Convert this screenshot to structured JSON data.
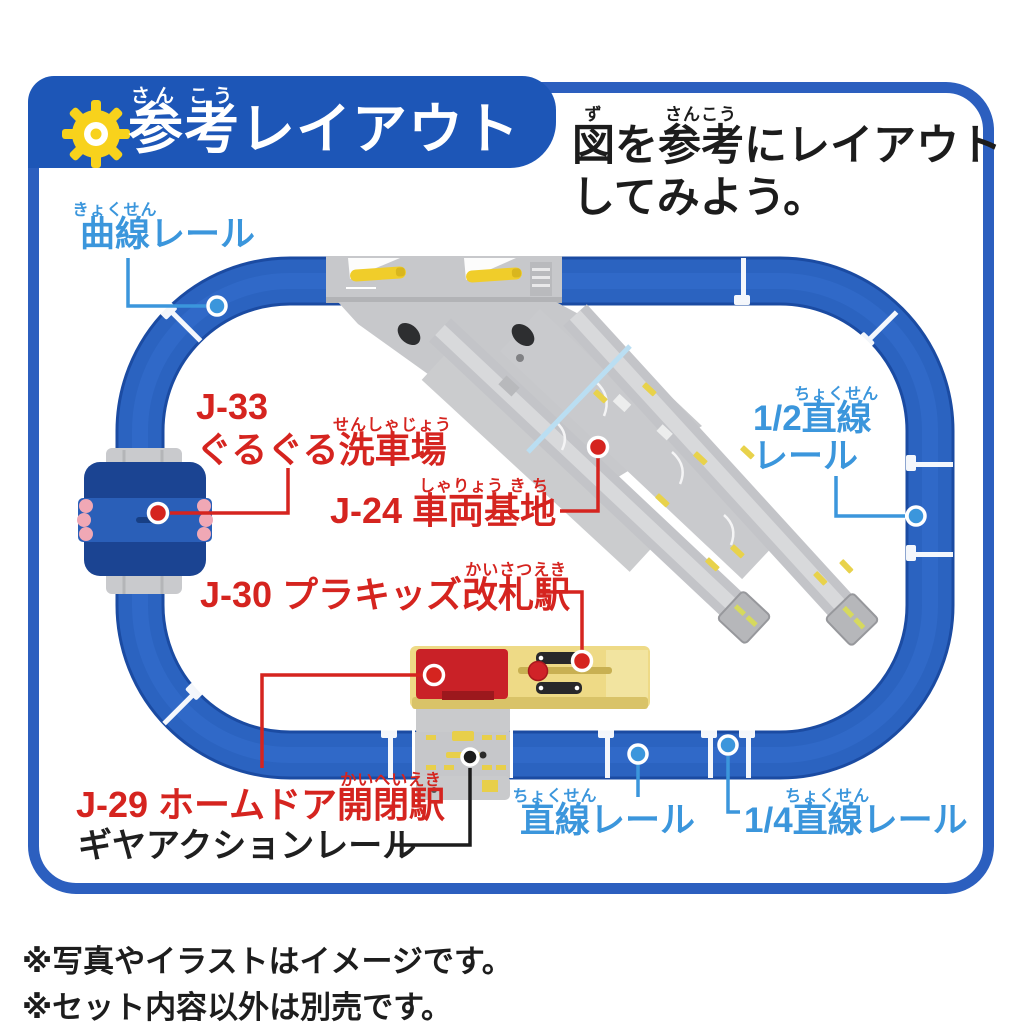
{
  "header": {
    "badge": {
      "furigana": "さん こう",
      "ruby": "参考",
      "post": "レイアウト"
    },
    "instruction": {
      "furigana1": "ず",
      "ruby1": "図",
      "mid1": "を",
      "furigana2": "さんこう",
      "ruby2": "参考",
      "mid2": "にレイアウト",
      "line2": "してみよう。"
    }
  },
  "labels": {
    "curve_rail": {
      "ruby": "曲線",
      "furigana": "きょくせん",
      "post": "レール"
    },
    "half_straight_rail": {
      "pre": "1/2",
      "ruby": "直線",
      "furigana": "ちょくせん",
      "line2": "レール"
    },
    "straight_rail": {
      "ruby": "直線",
      "furigana": "ちょくせん",
      "post": "レール"
    },
    "quarter_straight_rail": {
      "pre": "1/4",
      "ruby": "直線",
      "furigana": "ちょくせん",
      "post": "レール"
    },
    "car_wash": {
      "line1": "J-33",
      "pre": "ぐるぐる",
      "ruby": "洗車場",
      "furigana": "せんしゃじょう"
    },
    "depot": {
      "pre": "J-24 ",
      "ruby": "車両基地",
      "furigana": "しゃりょう き ち"
    },
    "ticket_gate_station": {
      "pre": "J-30 プラキッズ",
      "ruby": "改札駅",
      "furigana": "かいさつえき"
    },
    "home_door_station": {
      "pre": "J-29 ホームドア",
      "ruby": "開閉駅",
      "furigana": "かいへいえき"
    },
    "gear_action_rail": {
      "text": "ギヤアクションレール"
    }
  },
  "footnotes": [
    "※写真やイラストはイメージです。",
    "※セット内容以外は別売です。"
  ],
  "colors": {
    "frame_blue": "#2c5fbf",
    "banner_blue": "#1d56b7",
    "track_blue": "#2b63c0",
    "label_blue": "#3b96dc",
    "label_red": "#d5241f",
    "depot_gray": "#c7c8cb",
    "station_yellow": "#eeda86",
    "station_roof_red": "#c92127",
    "car_wash_navy": "#1b4492",
    "brush_pink": "#f0a8b5",
    "lever_yellow": "#f0cd2a"
  }
}
